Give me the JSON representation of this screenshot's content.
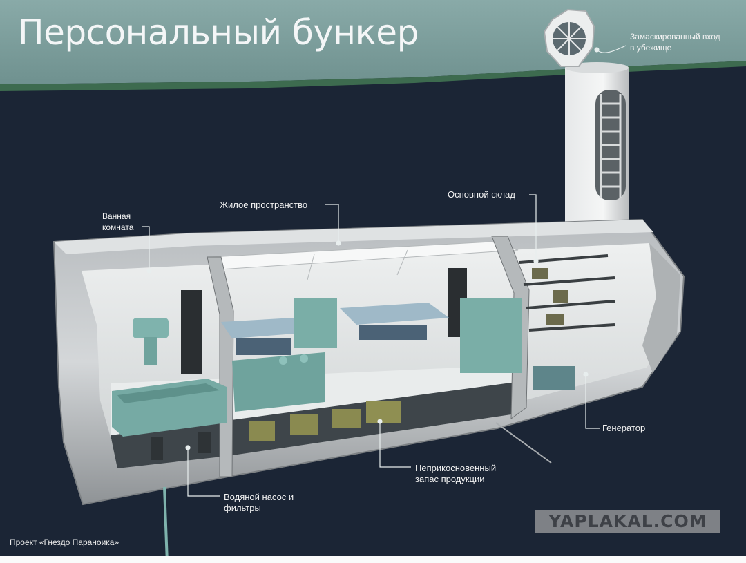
{
  "title": "Персональный бункер",
  "labels": {
    "entrance": "Замаскированный вход в убежище",
    "bathroom": "Ванная комната",
    "living": "Жилое пространство",
    "storage": "Основной склад",
    "generator": "Генератор",
    "reserve": "Неприкосновенный запас продукции",
    "pump": "Водяной насос и фильтры"
  },
  "credit": "Проект «Гнездо Параноика»",
  "watermark": "YAPLAKAL.COM",
  "colors": {
    "sky": "#7c9e9c",
    "grass": "#3d6b4f",
    "background": "#1b2535",
    "hull": "#c9ccce",
    "furniture": "#7fb3ad",
    "crates": "#8a8a50"
  }
}
